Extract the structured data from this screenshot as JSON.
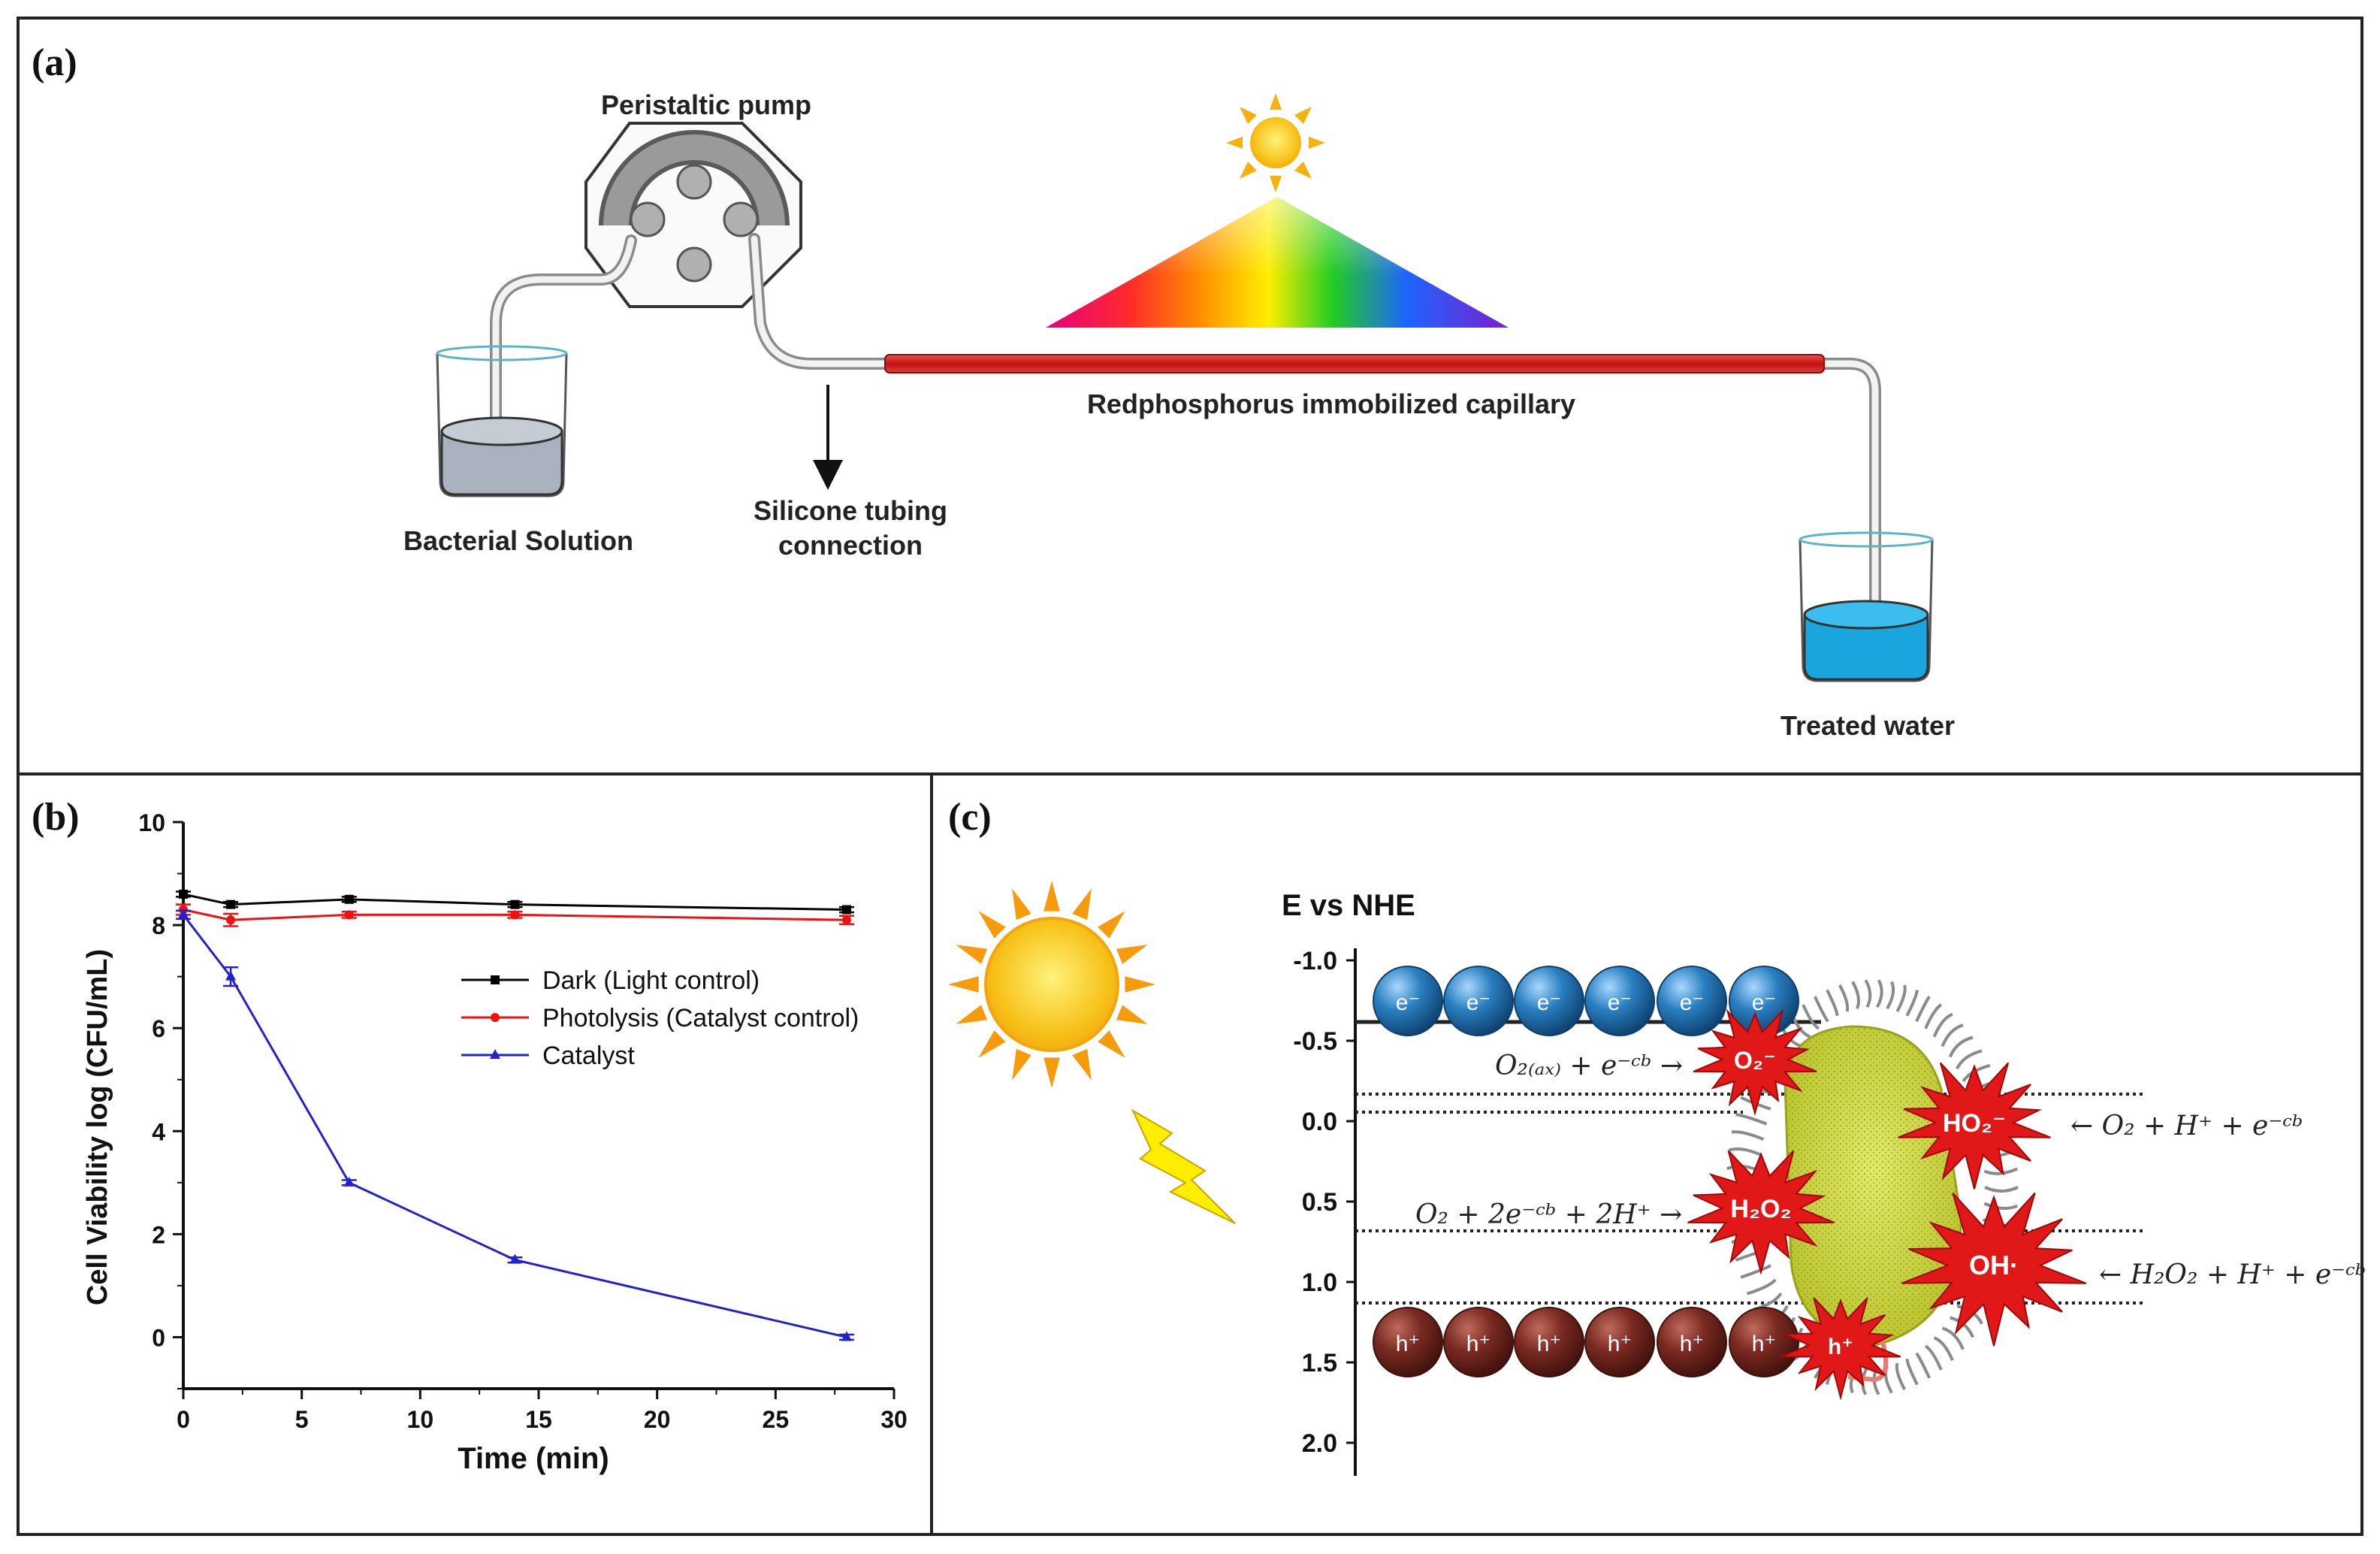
{
  "panel_a": {
    "letter": "(a)",
    "pump_label": "Peristaltic pump",
    "capillary_label": "Redphosphorus immobilized capillary",
    "bacterial_label": "Bacterial Solution",
    "tubing_label_line1": "Silicone tubing",
    "tubing_label_line2": "connection",
    "treated_label": "Treated water"
  },
  "panel_b": {
    "letter": "(b)",
    "xlabel": "Time (min)",
    "ylabel": "Cell Viability log (CFU/mL)",
    "legend": [
      "Dark (Light control)",
      "Photolysis (Catalyst control)",
      "Catalyst"
    ]
  },
  "chart_data": {
    "type": "line",
    "xlabel": "Time (min)",
    "ylabel": "Cell Viability log (CFU/mL)",
    "xlim": [
      0,
      30
    ],
    "ylim": [
      -1,
      10
    ],
    "xticks": [
      0,
      5,
      10,
      15,
      20,
      25,
      30
    ],
    "yticks": [
      0,
      2,
      4,
      6,
      8,
      10
    ],
    "legend_position": "center-right",
    "grid": false,
    "series": [
      {
        "name": "Dark (Light control)",
        "color": "#000000",
        "marker": "square",
        "x": [
          0,
          2,
          7,
          14,
          28
        ],
        "y": [
          8.6,
          8.4,
          8.5,
          8.4,
          8.3
        ],
        "err": [
          0.05,
          0.05,
          0.05,
          0.05,
          0.05
        ]
      },
      {
        "name": "Photolysis (Catalyst control)",
        "color": "#ee1111",
        "marker": "circle",
        "x": [
          0,
          2,
          7,
          14,
          28
        ],
        "y": [
          8.3,
          8.1,
          8.2,
          8.2,
          8.1
        ],
        "err": [
          0.1,
          0.12,
          0.06,
          0.06,
          0.08
        ]
      },
      {
        "name": "Catalyst",
        "color": "#2222cc",
        "marker": "triangle",
        "x": [
          0,
          2,
          7,
          14,
          28
        ],
        "y": [
          8.2,
          7.0,
          3.0,
          1.5,
          0.0
        ],
        "err": [
          0.08,
          0.18,
          0.05,
          0.05,
          0.05
        ]
      }
    ]
  },
  "panel_c": {
    "letter": "(c)",
    "axis_title": "E vs NHE",
    "yticks": [
      "-1.0",
      "-0.5",
      "0.0",
      "0.5",
      "1.0",
      "1.5",
      "2.0"
    ],
    "electron_label": "e⁻",
    "hole_label": "h⁺",
    "species": {
      "o2": "O₂⁻",
      "ho2": "HO₂⁻",
      "h2o2": "H₂O₂",
      "oh": "OH·",
      "h": "h⁺"
    },
    "equations": {
      "eq1": "O₂₍ₐₓ₎ + e⁻ᶜᵇ →",
      "eq2": "← O₂ + H⁺ + e⁻ᶜᵇ",
      "eq3": "O₂ + 2e⁻ᶜᵇ + 2H⁺ →",
      "eq4": "← H₂O₂ + H⁺ + e⁻ᶜᵇ"
    }
  },
  "colors": {
    "capillary": "#d42020",
    "bacterial_liquid": "#a9b2be",
    "treated_liquid": "#19a6df",
    "electron": "#2a7fc0",
    "hole": "#7a2a22",
    "bacterium": "#c9d43a",
    "star": "#e01818",
    "sun": "#f7c21a"
  },
  "icons": [
    "sun-icon",
    "lightning-icon",
    "rainbow-triangle",
    "beaker-icon",
    "pump-icon",
    "bacterium-icon"
  ]
}
